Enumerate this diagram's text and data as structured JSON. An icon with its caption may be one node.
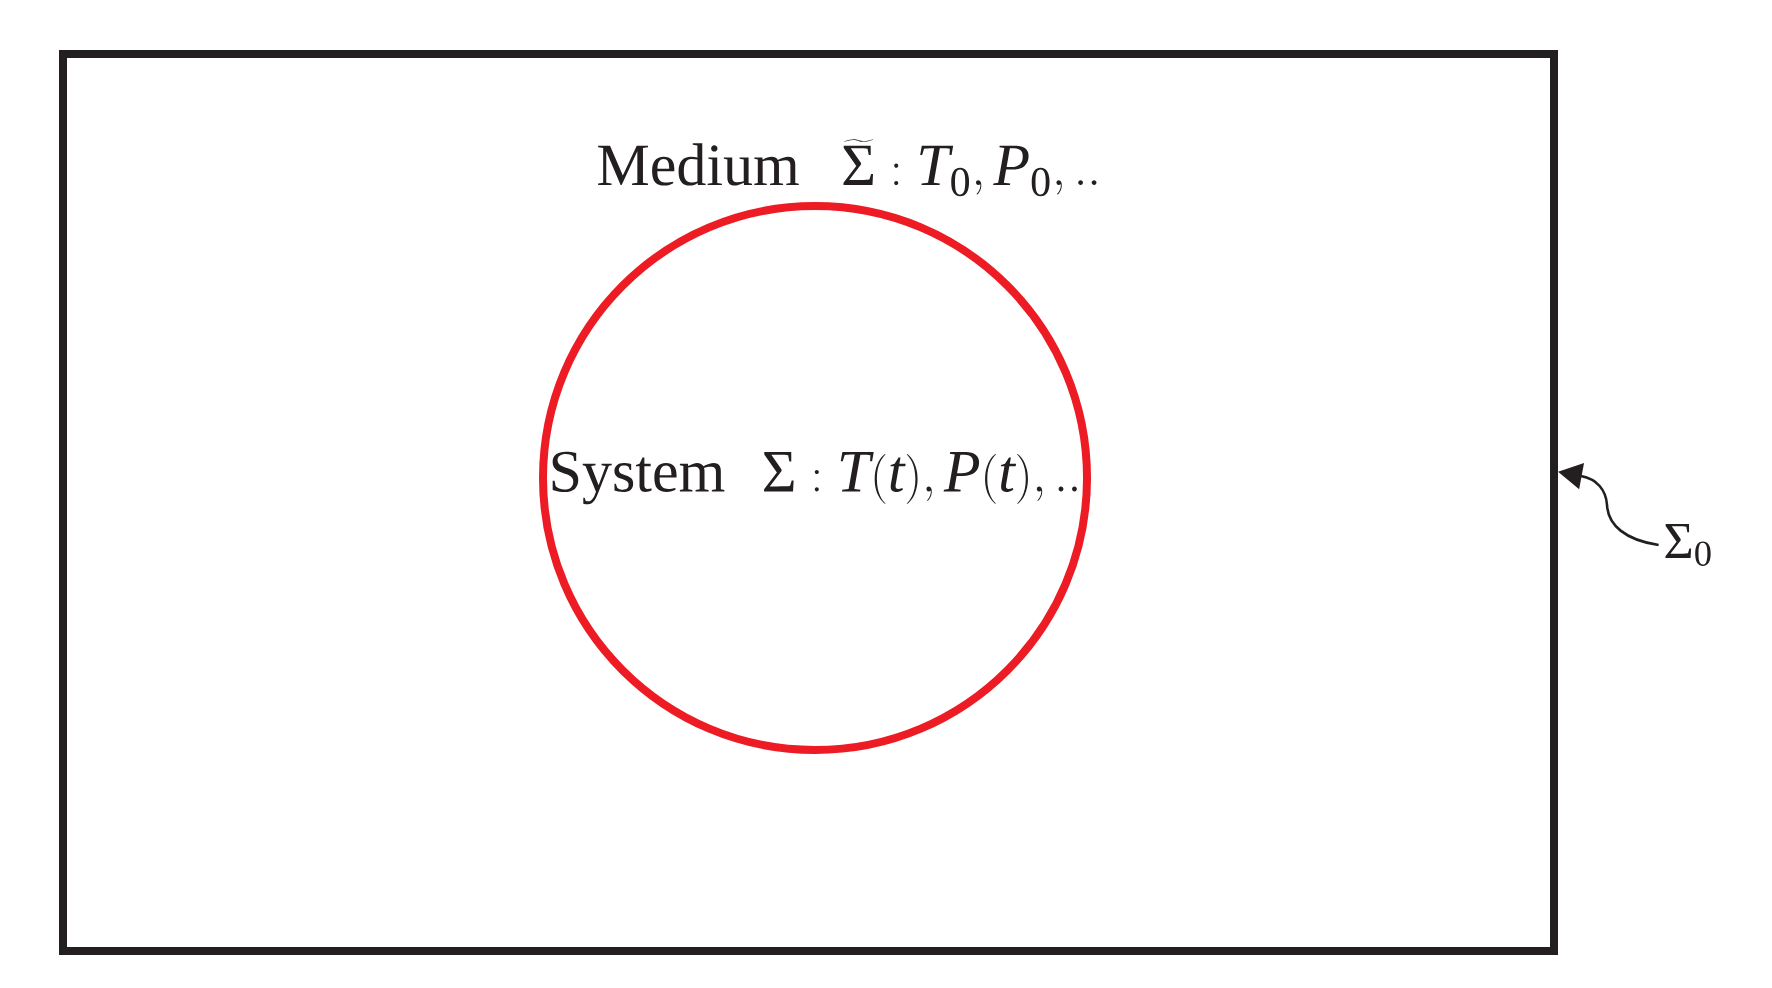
{
  "diagram": {
    "nodes": [
      {
        "text": [
          "Medium",
          "\\widetilde{\\Sigma}: T_0,P_0,.."
        ]
      },
      {
        "text": [
          "System",
          "\\Sigma: T(t),P(t),.."
        ],
        "in": 0
      },
      {
        "text": [
          "\\Sigma_0"
        ]
      }
    ],
    "edges": [
      {
        "from": 2,
        "to": 0,
        "arrow": "to"
      }
    ]
  }
}
